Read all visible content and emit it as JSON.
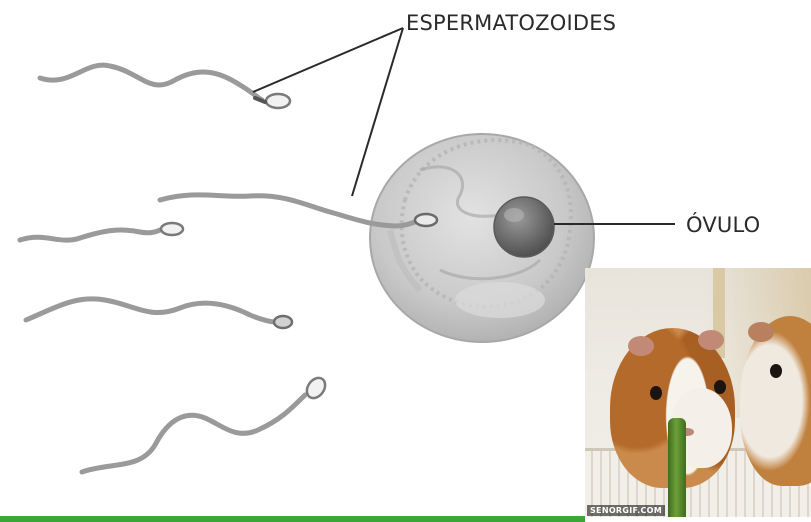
{
  "labels": {
    "sperm": "ESPERMATOZOIDES",
    "ovum": "ÓVULO"
  },
  "photo": {
    "watermark": "SENORGIF.COM"
  },
  "colors": {
    "ink": "#2a2a2a",
    "sperm": "#9a9a9a",
    "cell_fill": "#cfcfcf",
    "bottom_bar": "#3aa638"
  }
}
